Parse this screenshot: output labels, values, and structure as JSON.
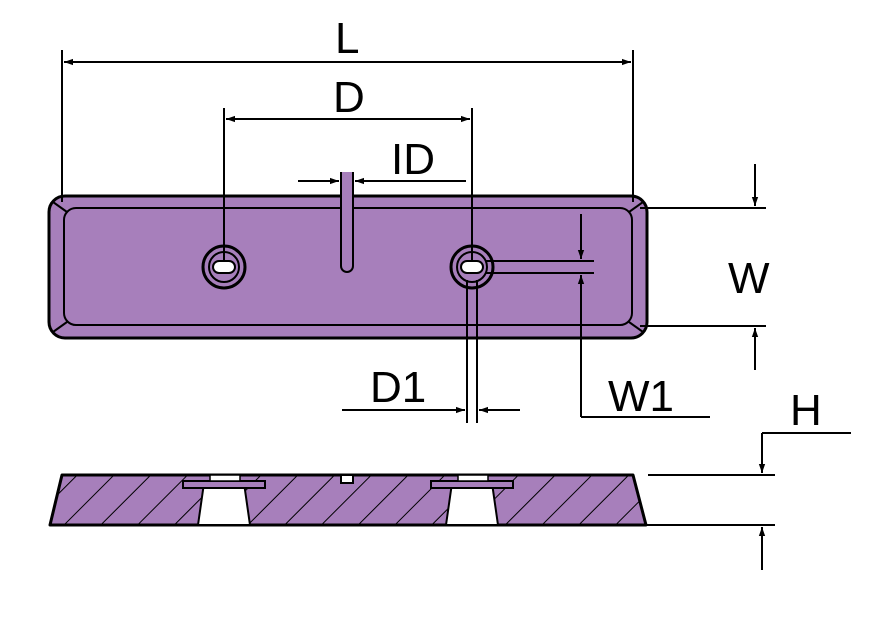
{
  "labels": {
    "length": "L",
    "hole_spacing": "D",
    "inner_diameter": "ID",
    "width": "W",
    "slot_width": "W1",
    "hole_diameter": "D1",
    "height": "H"
  },
  "colors": {
    "body_fill": "#a77fbb",
    "outline": "#000000",
    "background": "#ffffff"
  }
}
